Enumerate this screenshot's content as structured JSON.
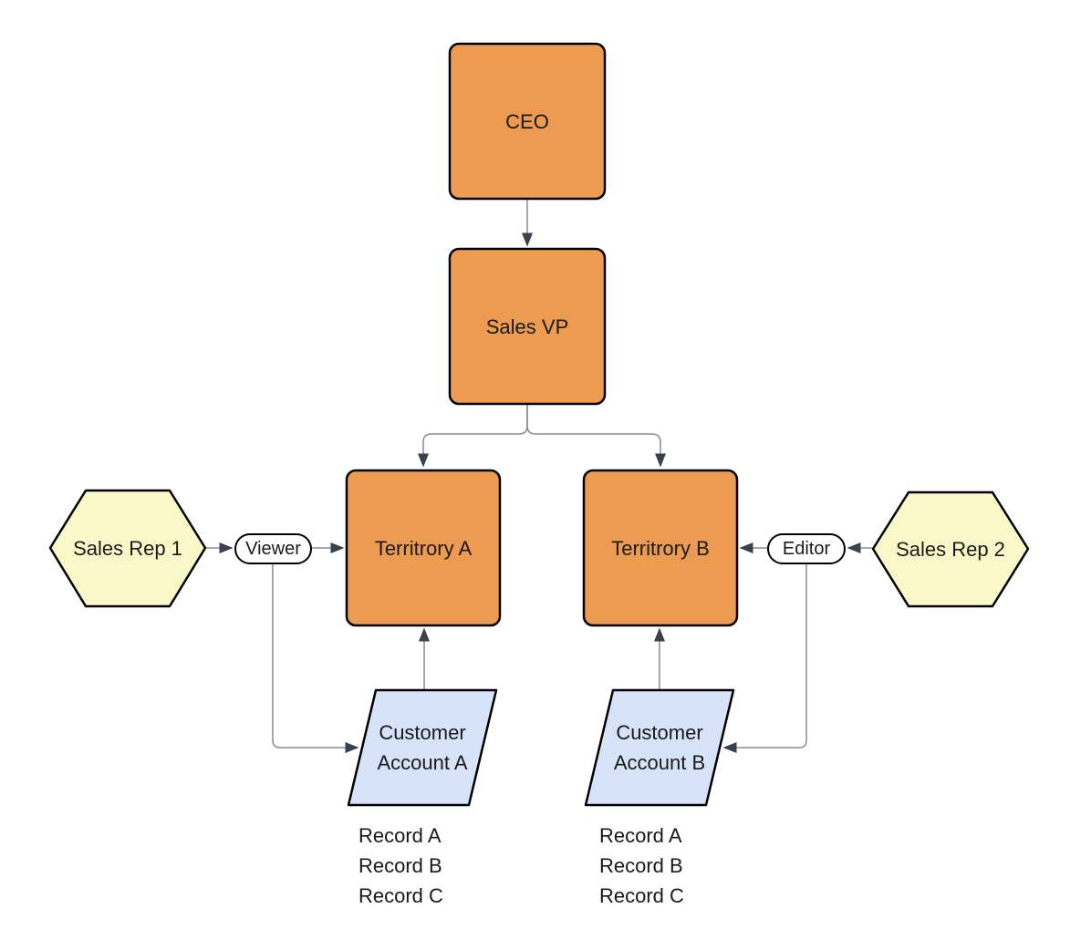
{
  "diagram": {
    "nodes": {
      "ceo": {
        "label": "CEO"
      },
      "sales_vp": {
        "label": "Sales VP"
      },
      "territory_a": {
        "label": "Territrory A"
      },
      "territory_b": {
        "label": "Territrory B"
      },
      "sales_rep_1": {
        "label": "Sales Rep 1"
      },
      "sales_rep_2": {
        "label": "Sales Rep 2"
      },
      "viewer": {
        "label": "Viewer"
      },
      "editor": {
        "label": "Editor"
      },
      "account_a": {
        "line1": "Customer",
        "line2": "Account A"
      },
      "account_b": {
        "line1": "Customer",
        "line2": "Account B"
      },
      "records_a": [
        "Record A",
        "Record B",
        "Record C"
      ],
      "records_b": [
        "Record A",
        "Record B",
        "Record C"
      ]
    },
    "colors": {
      "node_orange": "#EC9B51",
      "node_yellow": "#FAF8C8",
      "node_blue": "#D7E3F8",
      "pill_fill": "#FFFFFF",
      "border": "#000000",
      "edge": "#878C93",
      "arrowhead": "#39414D",
      "text": "#1A1A1A"
    }
  }
}
